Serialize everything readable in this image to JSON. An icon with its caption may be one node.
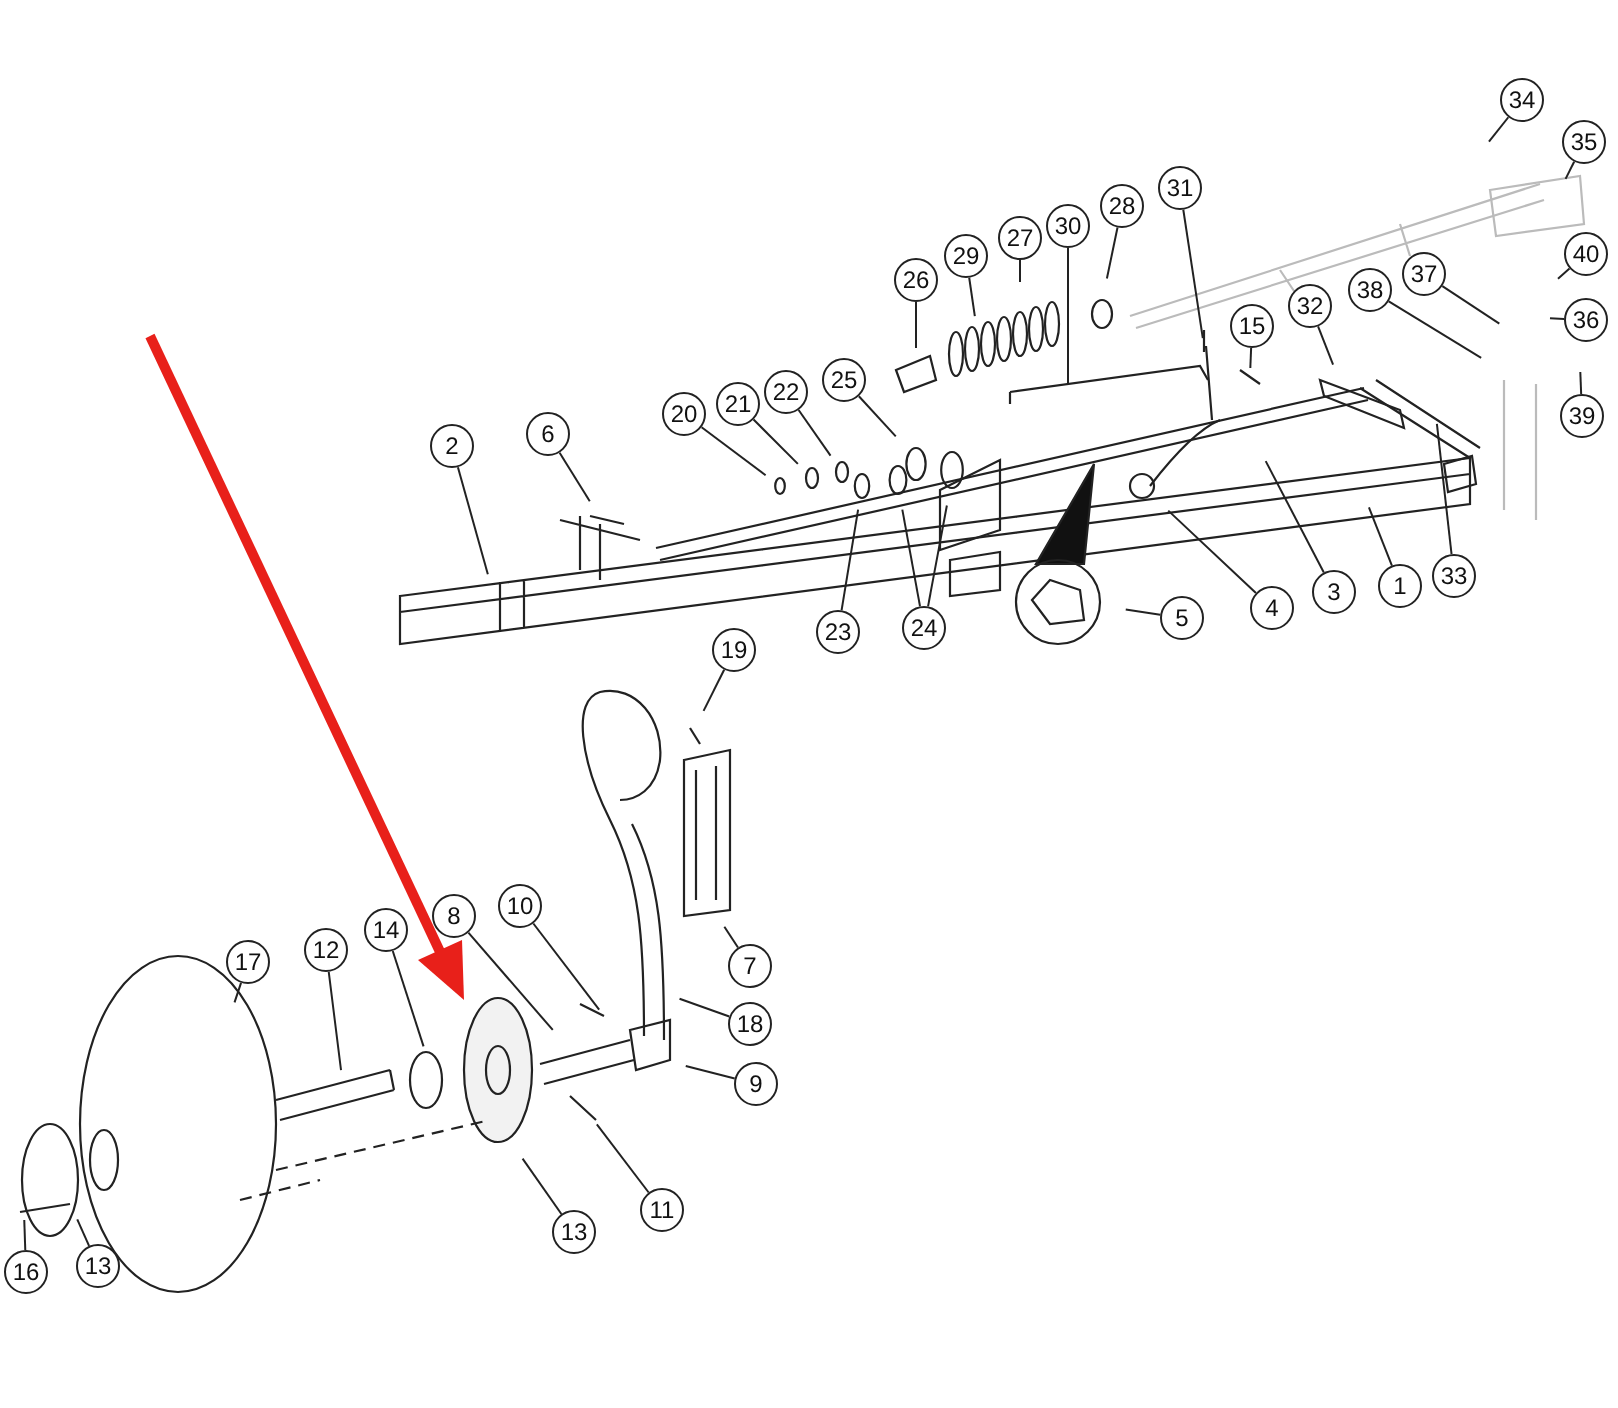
{
  "diagram": {
    "nodes": [
      {
        "text": [
          "34"
        ]
      },
      {
        "text": [
          "35"
        ]
      },
      {
        "text": [
          "31"
        ]
      },
      {
        "text": [
          "28"
        ]
      },
      {
        "text": [
          "30"
        ]
      },
      {
        "text": [
          "27"
        ]
      },
      {
        "text": [
          "40"
        ]
      },
      {
        "text": [
          "29"
        ]
      },
      {
        "text": [
          "37"
        ]
      },
      {
        "text": [
          "26"
        ]
      },
      {
        "text": [
          "38"
        ]
      },
      {
        "text": [
          "32"
        ]
      },
      {
        "text": [
          "36"
        ]
      },
      {
        "text": [
          "15"
        ]
      },
      {
        "text": [
          "25"
        ]
      },
      {
        "text": [
          "22"
        ]
      },
      {
        "text": [
          "21"
        ]
      },
      {
        "text": [
          "20"
        ]
      },
      {
        "text": [
          "39"
        ]
      },
      {
        "text": [
          "6"
        ]
      },
      {
        "text": [
          "2"
        ]
      },
      {
        "text": [
          "33"
        ]
      },
      {
        "text": [
          "1"
        ]
      },
      {
        "text": [
          "3"
        ]
      },
      {
        "text": [
          "4"
        ]
      },
      {
        "text": [
          "24"
        ]
      },
      {
        "text": [
          "5"
        ]
      },
      {
        "text": [
          "23"
        ]
      },
      {
        "text": [
          "19"
        ]
      },
      {
        "text": [
          "10"
        ]
      },
      {
        "text": [
          "8"
        ]
      },
      {
        "text": [
          "14"
        ]
      },
      {
        "text": [
          "12"
        ]
      },
      {
        "text": [
          "17"
        ]
      },
      {
        "text": [
          "7"
        ]
      },
      {
        "text": [
          "18"
        ]
      },
      {
        "text": [
          "9"
        ]
      },
      {
        "text": [
          "11"
        ]
      },
      {
        "text": [
          "13"
        ]
      },
      {
        "text": [
          "13"
        ]
      },
      {
        "text": [
          "16"
        ]
      }
    ],
    "edges": [
      {
        "from": 0,
        "to": null,
        "arrow": "none"
      },
      {
        "from": 1,
        "to": null,
        "arrow": "none"
      },
      {
        "from": 2,
        "to": null,
        "arrow": "none"
      },
      {
        "from": 3,
        "to": null,
        "arrow": "none"
      },
      {
        "from": 4,
        "to": null,
        "arrow": "none"
      },
      {
        "from": 5,
        "to": null,
        "arrow": "none"
      },
      {
        "from": 6,
        "to": null,
        "arrow": "none"
      },
      {
        "from": 7,
        "to": null,
        "arrow": "none"
      },
      {
        "from": 8,
        "to": null,
        "arrow": "none"
      },
      {
        "from": 9,
        "to": null,
        "arrow": "none"
      },
      {
        "from": 10,
        "to": null,
        "arrow": "none"
      },
      {
        "from": 11,
        "to": null,
        "arrow": "none"
      },
      {
        "from": 12,
        "to": null,
        "arrow": "none"
      },
      {
        "from": 13,
        "to": null,
        "arrow": "none"
      },
      {
        "from": 14,
        "to": null,
        "arrow": "none"
      },
      {
        "from": 15,
        "to": null,
        "arrow": "none"
      },
      {
        "from": 16,
        "to": null,
        "arrow": "none"
      },
      {
        "from": 17,
        "to": null,
        "arrow": "none"
      },
      {
        "from": 18,
        "to": null,
        "arrow": "none"
      },
      {
        "from": 19,
        "to": null,
        "arrow": "none"
      },
      {
        "from": 20,
        "to": null,
        "arrow": "none"
      },
      {
        "from": 21,
        "to": null,
        "arrow": "none"
      },
      {
        "from": 22,
        "to": null,
        "arrow": "none"
      },
      {
        "from": 23,
        "to": null,
        "arrow": "none"
      },
      {
        "from": 24,
        "to": null,
        "arrow": "none"
      },
      {
        "from": 25,
        "to": null,
        "arrow": "none"
      },
      {
        "from": 25,
        "to": null,
        "arrow": "none"
      },
      {
        "from": 26,
        "to": null,
        "arrow": "none"
      },
      {
        "from": 27,
        "to": null,
        "arrow": "none"
      },
      {
        "from": 28,
        "to": null,
        "arrow": "none"
      },
      {
        "from": 29,
        "to": null,
        "arrow": "none"
      },
      {
        "from": 30,
        "to": null,
        "arrow": "none"
      },
      {
        "from": 31,
        "to": null,
        "arrow": "none"
      },
      {
        "from": 32,
        "to": null,
        "arrow": "none"
      },
      {
        "from": 33,
        "to": null,
        "arrow": "none"
      },
      {
        "from": 34,
        "to": null,
        "arrow": "none"
      },
      {
        "from": 35,
        "to": null,
        "arrow": "none"
      },
      {
        "from": 36,
        "to": null,
        "arrow": "none"
      },
      {
        "from": 37,
        "to": null,
        "arrow": "none"
      },
      {
        "from": 38,
        "to": null,
        "arrow": "none"
      },
      {
        "from": 39,
        "to": null,
        "arrow": "none"
      },
      {
        "from": 40,
        "to": null,
        "arrow": "none"
      }
    ]
  }
}
